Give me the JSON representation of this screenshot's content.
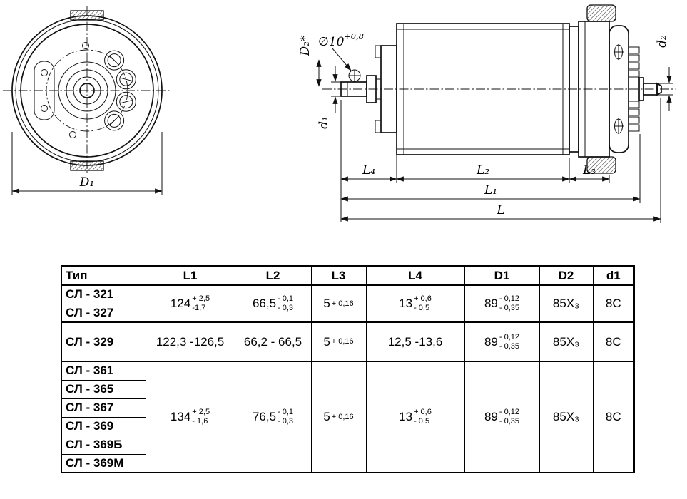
{
  "drawing": {
    "front": {
      "dim_d1": "D₁"
    },
    "side": {
      "callout_dia_base": "∅10",
      "callout_dia_tol": "+0,8",
      "dim_d2_star": "D₂*",
      "dim_d1_small": "d₁",
      "dim_d2_small": "d₂",
      "dim_l4": "L₄",
      "dim_l2": "L₂",
      "dim_l3": "L₃",
      "dim_l1": "L₁",
      "dim_l": "L"
    }
  },
  "table": {
    "headers": {
      "type": "Тип",
      "l1": "L1",
      "l2": "L2",
      "l3": "L3",
      "l4": "L4",
      "d1": "D1",
      "d2": "D2",
      "d1_small": "d1"
    },
    "groups": [
      {
        "types": [
          "СЛ - 321",
          "СЛ - 327"
        ],
        "l1": {
          "base": "124",
          "sup": "+ 2,5",
          "sub": "-1,7"
        },
        "l2": {
          "base": "66,5",
          "sup": "- 0,1",
          "sub": "- 0,3"
        },
        "l3": {
          "base": "5",
          "sup": "+ 0,16",
          "sub": ""
        },
        "l4": {
          "base": "13",
          "sup": "+ 0,6",
          "sub": "- 0,5"
        },
        "d1": {
          "base": "89",
          "sup": "- 0,12",
          "sub": "- 0,35"
        },
        "d2": {
          "base": "85Х₃",
          "sup": "",
          "sub": ""
        },
        "d1_small": {
          "base": "8С",
          "sup": "",
          "sub": ""
        }
      },
      {
        "types": [
          "СЛ - 329"
        ],
        "l1": {
          "base": "122,3 -126,5",
          "sup": "",
          "sub": ""
        },
        "l2": {
          "base": "66,2 - 66,5",
          "sup": "",
          "sub": ""
        },
        "l3": {
          "base": "5",
          "sup": "+ 0,16",
          "sub": ""
        },
        "l4": {
          "base": "12,5 -13,6",
          "sup": "",
          "sub": ""
        },
        "d1": {
          "base": "89",
          "sup": "- 0,12",
          "sub": "- 0,35"
        },
        "d2": {
          "base": "85Х₃",
          "sup": "",
          "sub": ""
        },
        "d1_small": {
          "base": "8С",
          "sup": "",
          "sub": ""
        }
      },
      {
        "types": [
          "СЛ - 361",
          "СЛ - 365",
          "СЛ - 367",
          "СЛ - 369",
          "СЛ - 369Б",
          "СЛ - 369М"
        ],
        "l1": {
          "base": "134",
          "sup": "+ 2,5",
          "sub": "- 1,6"
        },
        "l2": {
          "base": "76,5",
          "sup": "- 0,1",
          "sub": "- 0,3"
        },
        "l3": {
          "base": "5",
          "sup": "+ 0,16",
          "sub": ""
        },
        "l4": {
          "base": "13",
          "sup": "+ 0,6",
          "sub": "- 0,5"
        },
        "d1": {
          "base": "89",
          "sup": "- 0,12",
          "sub": "- 0,35"
        },
        "d2": {
          "base": "85Х₃",
          "sup": "",
          "sub": ""
        },
        "d1_small": {
          "base": "8С",
          "sup": "",
          "sub": ""
        }
      }
    ]
  }
}
